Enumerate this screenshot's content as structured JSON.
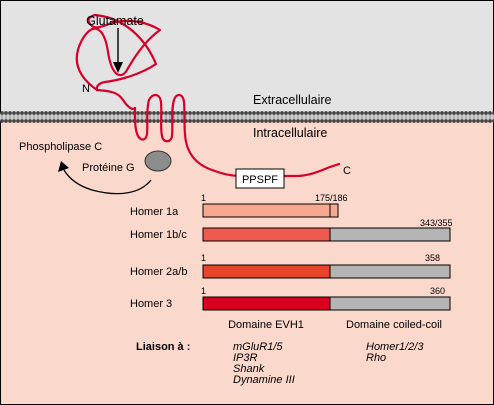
{
  "labels": {
    "ligand": "Glutamate",
    "n_term": "N",
    "c_term": "C",
    "extracellular": "Extracellulaire",
    "intracellular": "Intracellulaire",
    "plc": "Phospholipase C",
    "gprotein": "Protéine G",
    "ppspf": "PPSPF"
  },
  "constructs": [
    {
      "name": "Homer 1a",
      "start": "1",
      "end": "175/186"
    },
    {
      "name": "Homer 1b/c",
      "start": "",
      "end": "343/355"
    },
    {
      "name": "Homer 2a/b",
      "start": "1",
      "end": "358"
    },
    {
      "name": "Homer 3",
      "start": "1",
      "end": "360"
    }
  ],
  "domains": {
    "evh1": "Domaine EVH1",
    "coiled_coil": "Domaine coiled-coil"
  },
  "binding": {
    "title": "Liaison à :",
    "evh1_partners": [
      "mGluR1/5",
      "IP3R",
      "Shank",
      "Dynamine III"
    ],
    "cc_partners": [
      "Homer1/2/3",
      "Rho"
    ]
  },
  "colors": {
    "extracellular_bg": "#e3e3e3",
    "intracellular_bg": "#fbd8cc",
    "receptor": "#d8002a",
    "homer1a": "#f8a890",
    "homer1bc": "#ee5a4e",
    "homer2ab": "#e8442a",
    "homer3": "#d8001e",
    "coiled_coil": "#b4b4b4",
    "gprotein": "#8c8c8c"
  }
}
